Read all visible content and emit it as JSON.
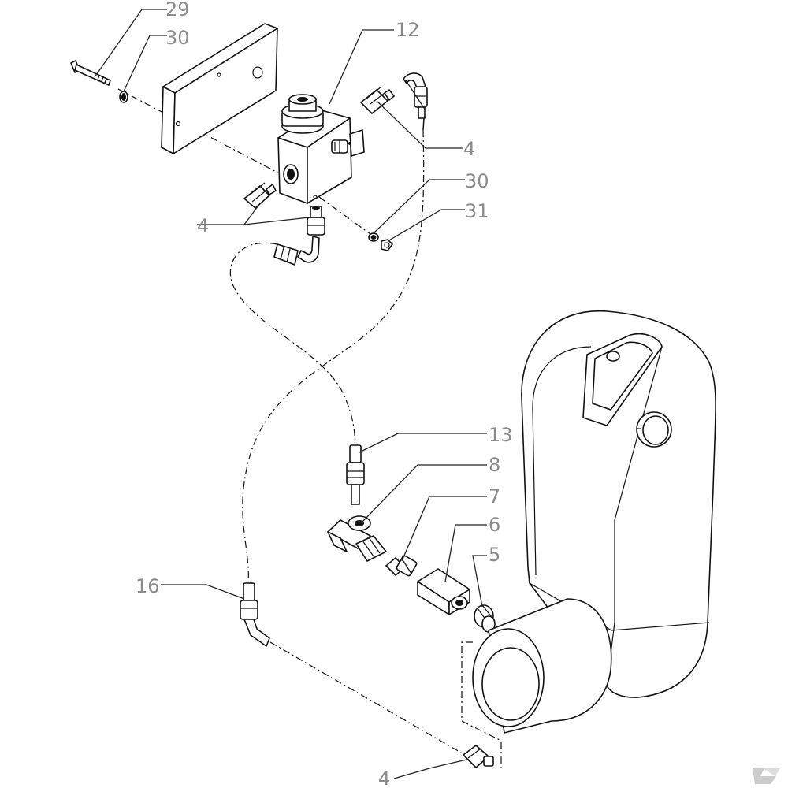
{
  "callouts": [
    {
      "id": "c29a",
      "label": "29"
    },
    {
      "id": "c30a",
      "label": "30"
    },
    {
      "id": "c12",
      "label": "12"
    },
    {
      "id": "c4a",
      "label": "4"
    },
    {
      "id": "c4b",
      "label": "4"
    },
    {
      "id": "c30b",
      "label": "30"
    },
    {
      "id": "c31",
      "label": "31"
    },
    {
      "id": "c13",
      "label": "13"
    },
    {
      "id": "c8",
      "label": "8"
    },
    {
      "id": "c7",
      "label": "7"
    },
    {
      "id": "c6",
      "label": "6"
    },
    {
      "id": "c5",
      "label": "5"
    },
    {
      "id": "c16",
      "label": "16"
    },
    {
      "id": "c4c",
      "label": "4"
    }
  ],
  "colors": {
    "line": "#111111",
    "callout_text": "#8a8a8a",
    "background": "#ffffff"
  }
}
